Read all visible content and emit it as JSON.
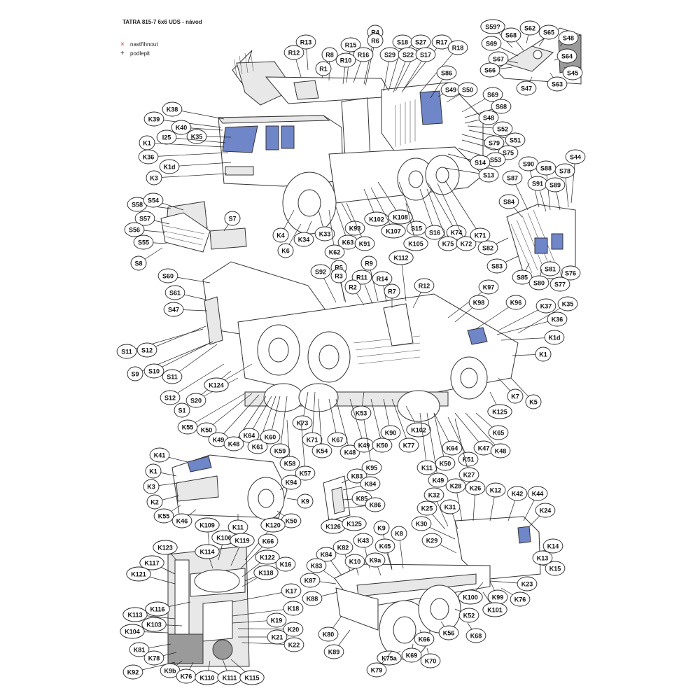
{
  "header": {
    "title": "TATRA 815-7 6x6 UDS - návod"
  },
  "legend": {
    "cut": {
      "symbol": "×",
      "label": "nastřihnout",
      "color": "#d04040"
    },
    "glue": {
      "symbol": "+",
      "label": "podlepit"
    }
  },
  "colors": {
    "glass": "#6f86c8",
    "line": "#222222",
    "paper": "#ffffff"
  },
  "views": {
    "main": [
      "R13",
      "R4",
      "R6",
      "S18",
      "S27",
      "R17",
      "R12",
      "R8",
      "R15",
      "R16",
      "R10",
      "R1",
      "S29",
      "S22",
      "S17",
      "R18",
      "S86",
      "S49",
      "S50",
      "S69",
      "S68",
      "S48",
      "S52",
      "S51",
      "S79",
      "S75",
      "S53",
      "S14",
      "S13",
      "K38",
      "K39",
      "K40",
      "K35",
      "I25",
      "K1",
      "K36",
      "K1d",
      "K3",
      "K4",
      "K6",
      "K34",
      "K33",
      "K63",
      "K62",
      "K93",
      "K91",
      "K102",
      "K107",
      "K108",
      "S15",
      "S16",
      "K74",
      "K75",
      "K72",
      "K71",
      "K105"
    ],
    "detail_top_right": [
      "S59?",
      "S62",
      "S65",
      "S68",
      "S48",
      "S69",
      "S64",
      "S67",
      "S66",
      "S45",
      "S47",
      "S63"
    ],
    "bucket": [
      "S58",
      "S54",
      "S57",
      "S56",
      "S55",
      "S7",
      "S8"
    ],
    "cab_detail": [
      "S44",
      "S90",
      "S88",
      "S78",
      "S87",
      "S91",
      "S89",
      "S84",
      "S82",
      "S83",
      "S81",
      "S76",
      "S85",
      "S80",
      "S77"
    ],
    "underside": [
      "S60",
      "S92",
      "R5",
      "R3",
      "R9",
      "R11",
      "R2",
      "R14",
      "R7",
      "K112",
      "R12",
      "K97",
      "K98",
      "K96",
      "K37",
      "K35",
      "K36",
      "K1d",
      "K1",
      "S61",
      "S47",
      "S11",
      "S12",
      "S9",
      "S10",
      "S11",
      "S12",
      "S1",
      "S20",
      "K124",
      "K7",
      "K5",
      "K125",
      "K53",
      "K65",
      "K55",
      "K50",
      "K49",
      "K48",
      "K64",
      "K61",
      "K60",
      "K59",
      "K73",
      "K71",
      "K67",
      "K54",
      "K48",
      "K49",
      "K50",
      "K90",
      "K77",
      "K102",
      "K64",
      "K47",
      "K48",
      "K11",
      "K50",
      "K49",
      "K51",
      "K27",
      "K95",
      "K58",
      "K57"
    ],
    "front_detail": [
      "K41",
      "K1",
      "K3",
      "K2",
      "K55",
      "K46",
      "K11",
      "K50",
      "K9",
      "K94"
    ],
    "hitch_detail": [
      "K83",
      "K84",
      "K85",
      "K86",
      "K126",
      "K125"
    ],
    "interior": [
      "K109",
      "K106",
      "K120",
      "K123",
      "K119",
      "K66",
      "K114",
      "K122",
      "K117",
      "K16",
      "K121",
      "K118",
      "K17",
      "K116",
      "K18",
      "K113",
      "K19",
      "K103",
      "K20",
      "K104",
      "K21",
      "K22",
      "K81",
      "K78",
      "K92",
      "K9b",
      "K76",
      "K110",
      "K111",
      "K115"
    ],
    "frame": [
      "K28",
      "K26",
      "K12",
      "K42",
      "K44",
      "K32",
      "K25",
      "K31",
      "K24",
      "K30",
      "K9",
      "K8",
      "K29",
      "K43",
      "K45",
      "K82",
      "K84",
      "K10",
      "K9a",
      "K83",
      "K87",
      "K88",
      "K14",
      "K13",
      "K15",
      "K23",
      "K100",
      "K99",
      "K76",
      "K101",
      "K52",
      "K56",
      "K68",
      "K66",
      "K80",
      "K89",
      "K75a",
      "K69",
      "K70",
      "K79"
    ]
  }
}
